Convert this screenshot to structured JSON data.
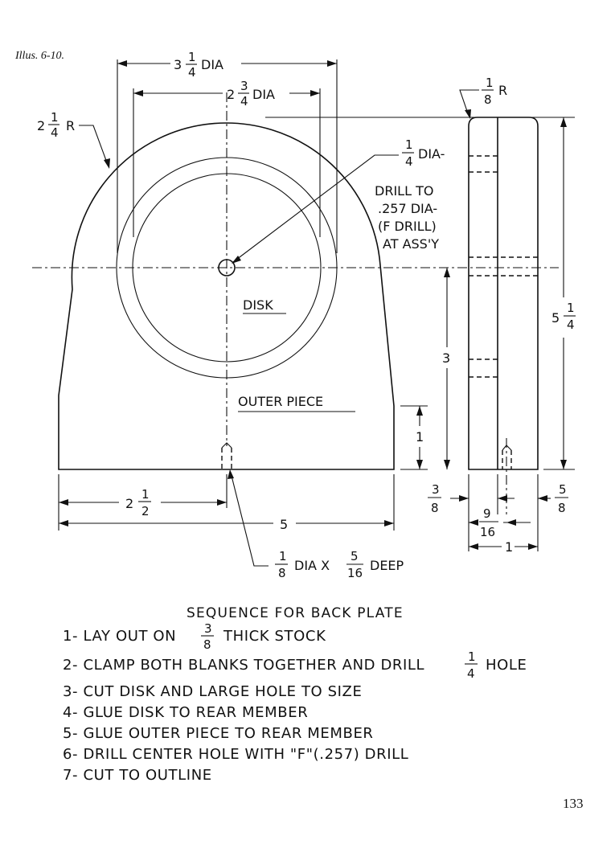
{
  "caption": "Illus. 6-10.",
  "page_number": "133",
  "dimensions": {
    "outer_dia_whole": "3",
    "outer_dia_num": "1",
    "outer_dia_den": "4",
    "outer_dia_suffix": "DIA",
    "inner_dia_whole": "2",
    "inner_dia_num": "3",
    "inner_dia_den": "4",
    "inner_dia_suffix": "DIA",
    "arc_radius_whole": "2",
    "arc_radius_num": "1",
    "arc_radius_den": "4",
    "arc_radius_suffix": "R",
    "corner_radius_num": "1",
    "corner_radius_den": "8",
    "corner_radius_suffix": "R",
    "hole_num": "1",
    "hole_den": "4",
    "hole_suffix": "DIA-",
    "drill_note_1": "DRILL TO",
    "drill_note_2": ".257 DIA-",
    "drill_note_3": "(F DRILL)",
    "drill_note_4": "AT ASS'Y",
    "height_whole": "5",
    "height_num": "1",
    "height_den": "4",
    "center_height": "3",
    "step_height": "1",
    "half_width_whole": "2",
    "half_width_num": "1",
    "half_width_den": "2",
    "width": "5",
    "thick_a_num": "3",
    "thick_a_den": "8",
    "thick_b_num": "5",
    "thick_b_den": "8",
    "thick_c_num": "9",
    "thick_c_den": "16",
    "total_thickness": "1",
    "pin_hole_num": "1",
    "pin_hole_den": "8",
    "pin_hole_mid": "DIA X",
    "pin_depth_num": "5",
    "pin_depth_den": "16",
    "pin_hole_suffix": "DEEP"
  },
  "labels": {
    "disk": "DISK",
    "outer_piece": "OUTER PIECE"
  },
  "sequence": {
    "title": "SEQUENCE FOR BACK PLATE",
    "step1_prefix": "1- LAY OUT ON",
    "step1_num": "3",
    "step1_den": "8",
    "step1_suffix": "THICK STOCK",
    "step2_prefix": "2- CLAMP BOTH BLANKS TOGETHER AND DRILL",
    "step2_num": "1",
    "step2_den": "4",
    "step2_suffix": "HOLE",
    "step3": "3- CUT DISK AND LARGE HOLE TO SIZE",
    "step4": "4- GLUE DISK TO REAR MEMBER",
    "step5": "5- GLUE OUTER PIECE TO REAR MEMBER",
    "step6": "6-  DRILL CENTER HOLE WITH \"F\"(.257) DRILL",
    "step7": "7-  CUT TO OUTLINE"
  }
}
